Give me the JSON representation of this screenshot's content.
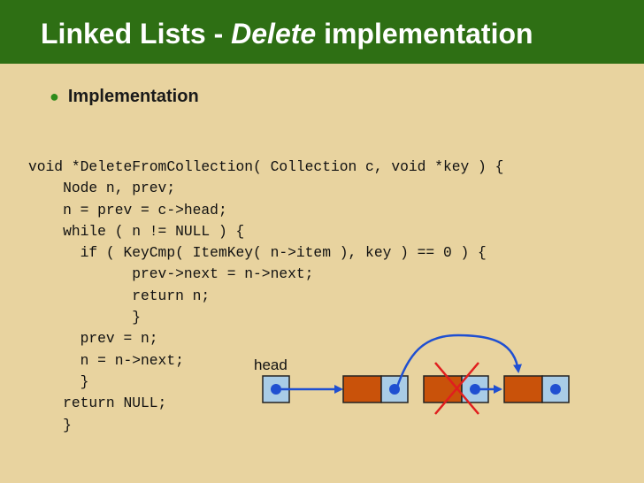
{
  "slide": {
    "title_prefix": "Linked Lists - ",
    "title_emphasis": "Delete",
    "title_suffix": " implementation",
    "bullet": "Implementation"
  },
  "code_lines": [
    "void *DeleteFromCollection( Collection c, void *key ) {",
    "    Node n, prev;",
    "    n = prev = c->head;",
    "    while ( n != NULL ) {",
    "      if ( KeyCmp( ItemKey( n->item ), key ) == 0 ) {",
    "            prev->next = n->next;",
    "            return n;",
    "            }",
    "      prev = n;",
    "      n = n->next;",
    "      }",
    "    return NULL;",
    "    }"
  ],
  "diagram": {
    "head_label": "head",
    "colors": {
      "background": "#e8d39f",
      "title_bar": "#2e6f14",
      "pointer_cell": "#a9cce6",
      "item_cell": "#c9520a",
      "pointer": "#1f4fd1",
      "delete_mark": "#e01e1e",
      "outline": "#222222"
    }
  }
}
